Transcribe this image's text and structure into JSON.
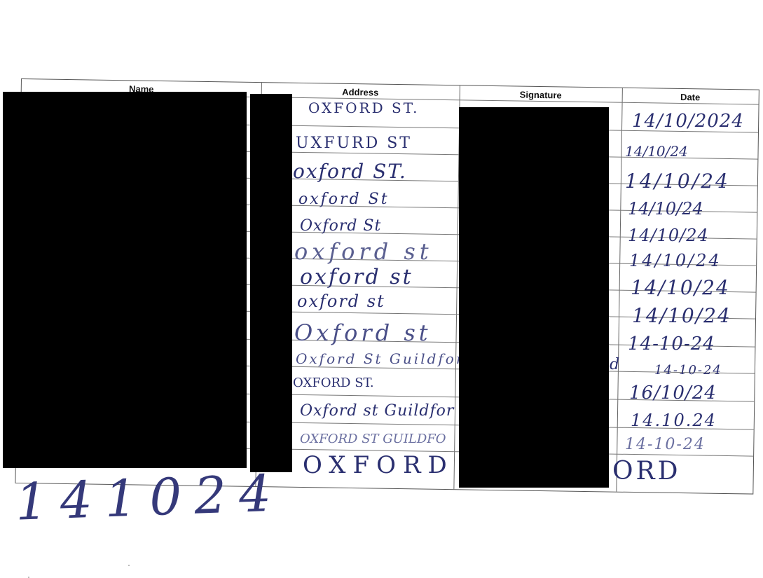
{
  "sheet": {
    "headers": {
      "name": "Name",
      "address": "Address",
      "signature": "Signature",
      "date": "Date"
    },
    "rows": [
      {
        "address": "OXFORD ST.",
        "date": "14/10/2024"
      },
      {
        "address": "UXFURD ST",
        "date": "14/10/24"
      },
      {
        "address": "oxford ST.",
        "date": "14/10/24"
      },
      {
        "address": "oxford St",
        "date": "14/10/24"
      },
      {
        "address": "Oxford St",
        "date": "14/10/24"
      },
      {
        "address": "oxford st",
        "date": "14/10/24"
      },
      {
        "address": "oxford st",
        "date": "14/10/24"
      },
      {
        "address": "oxford st",
        "date": "14/10/24"
      },
      {
        "address": "Oxford st",
        "date": "14-10-24"
      },
      {
        "address": "Oxford St Guildfor",
        "date": "14-10-24"
      },
      {
        "address": "OXFORD ST.",
        "date": "16/10/24"
      },
      {
        "address": "Oxford st Guildfor",
        "date": "14.10.24"
      },
      {
        "address": "OXFORD ST GUILDFO",
        "date": "14-10-24"
      },
      {
        "address": "OXFORD",
        "date": "ORD"
      }
    ]
  },
  "footer": {
    "handwritten_date": "141024"
  },
  "colors": {
    "ink": "#2a2f70",
    "redaction": "#000000",
    "grid": "#777777"
  }
}
